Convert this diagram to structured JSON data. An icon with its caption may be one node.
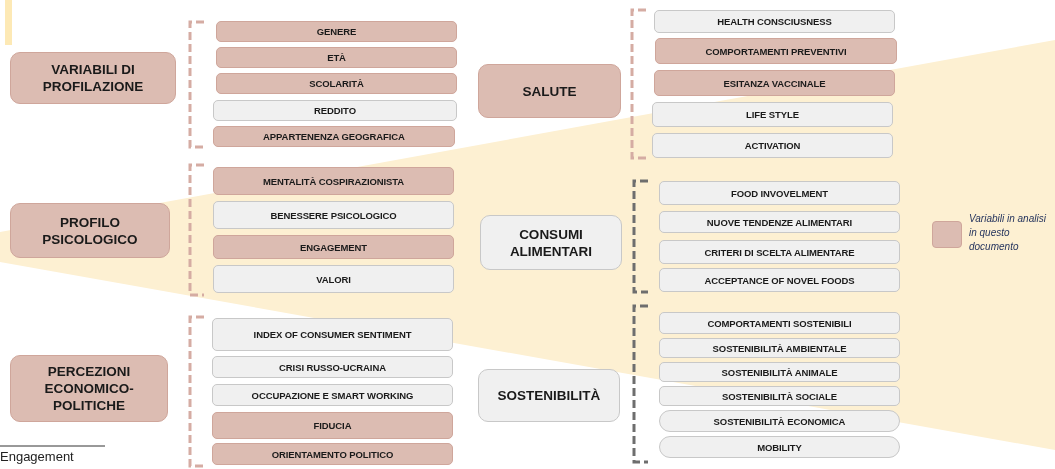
{
  "diagram": {
    "nodes": [
      {
        "text": [
          "VARIABILI DI PROFILAZIONE"
        ]
      },
      {
        "text": [
          "GENERE"
        ]
      },
      {
        "text": [
          "ETÀ"
        ]
      },
      {
        "text": [
          "SCOLARITÀ"
        ]
      },
      {
        "text": [
          "REDDITO"
        ]
      },
      {
        "text": [
          "APPARTENENZA GEOGRAFICA"
        ]
      },
      {
        "text": [
          "PROFILO PSICOLOGICO"
        ]
      },
      {
        "text": [
          "MENTALITÀ COSPIRAZIONISTA"
        ]
      },
      {
        "text": [
          "BENESSERE PSICOLOGICO"
        ]
      },
      {
        "text": [
          "ENGAGEMENT"
        ]
      },
      {
        "text": [
          "VALORI"
        ]
      },
      {
        "text": [
          "PERCEZIONI ECONOMICO-POLITICHE"
        ]
      },
      {
        "text": [
          "INDEX OF CONSUMER SENTIMENT"
        ]
      },
      {
        "text": [
          "CRISI RUSSO-UCRAINA"
        ]
      },
      {
        "text": [
          "OCCUPAZIONE E SMART WORKING"
        ]
      },
      {
        "text": [
          "FIDUCIA"
        ]
      },
      {
        "text": [
          "ORIENTAMENTO POLITICO"
        ]
      },
      {
        "text": [
          "SALUTE"
        ]
      },
      {
        "text": [
          "HEALTH CONSCIUSNESS"
        ]
      },
      {
        "text": [
          "COMPORTAMENTI PREVENTIVI"
        ]
      },
      {
        "text": [
          "ESITANZA VACCINALE"
        ]
      },
      {
        "text": [
          "LIFE STYLE"
        ]
      },
      {
        "text": [
          "ACTIVATION"
        ]
      },
      {
        "text": [
          "CONSUMI ALIMENTARI"
        ]
      },
      {
        "text": [
          "FOOD INVOVELMENT"
        ]
      },
      {
        "text": [
          "NUOVE TENDENZE ALIMENTARI"
        ]
      },
      {
        "text": [
          "CRITERI DI SCELTA ALIMENTARE"
        ]
      },
      {
        "text": [
          "ACCEPTANCE OF NOVEL FOODS"
        ]
      },
      {
        "text": [
          "SOSTENIBILITÀ"
        ]
      },
      {
        "text": [
          "COMPORTAMENTI SOSTENIBILI"
        ]
      },
      {
        "text": [
          "SOSTENIBILITÀ AMBIENTALE"
        ]
      },
      {
        "text": [
          "SOSTENIBILITÀ ANIMALE"
        ]
      },
      {
        "text": [
          "SOSTENIBILITÀ SOCIALE"
        ]
      },
      {
        "text": [
          "SOSTENIBILITÀ ECONOMICA"
        ]
      },
      {
        "text": [
          "MOBILITY"
        ]
      }
    ],
    "labels": [
      "Engagement"
    ],
    "legend": [
      {
        "text": "Variabili in analisi in questo documento",
        "color": "#dcbcb2"
      }
    ]
  }
}
